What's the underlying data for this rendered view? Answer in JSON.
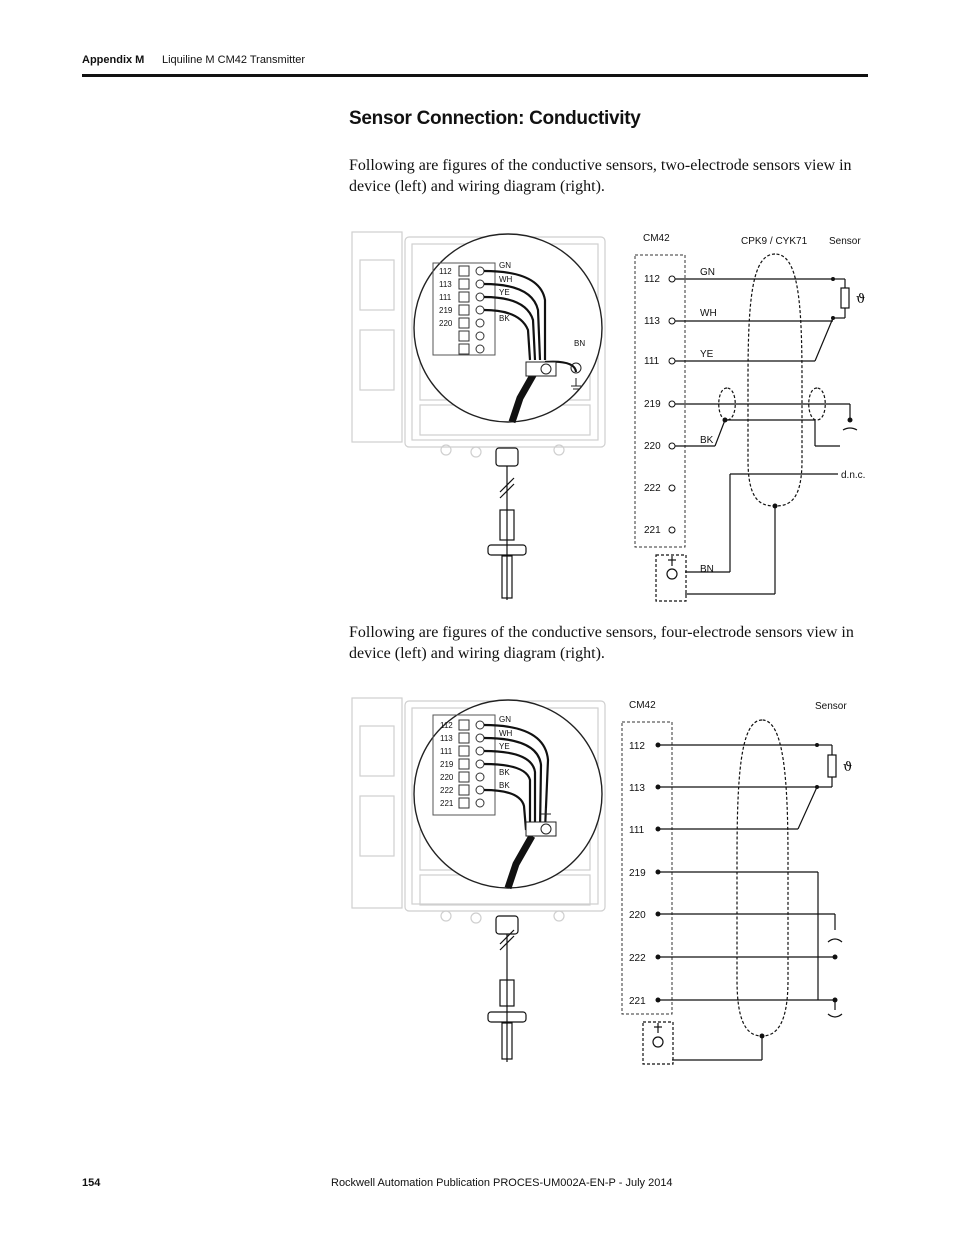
{
  "header": {
    "section": "Appendix M",
    "title": "Liquiline M CM42 Transmitter"
  },
  "heading": "Sensor Connection: Conductivity",
  "para1": "Following are figures of the conductive sensors, two-electrode sensors view in device (left) and wiring diagram (right).",
  "para2": "Following are figures of the conductive sensors, four-electrode sensors view in device (left) and wiring diagram (right).",
  "fig1": {
    "cm42": "CM42",
    "cable": "CPK9 / CYK71",
    "sensor": "Sensor",
    "terminals": [
      "112",
      "113",
      "111",
      "219",
      "220",
      "222",
      "221"
    ],
    "wires": [
      "GN",
      "WH",
      "YE",
      "BK",
      "BN"
    ],
    "dnc": "d.n.c.",
    "theta": "ϑ",
    "device_terminals": [
      "112",
      "113",
      "111",
      "219",
      "220"
    ],
    "device_wires": [
      "GN",
      "WH",
      "YE",
      "BK",
      "BN"
    ]
  },
  "fig2": {
    "cm42": "CM42",
    "sensor": "Sensor",
    "terminals": [
      "112",
      "113",
      "111",
      "219",
      "220",
      "222",
      "221"
    ],
    "theta": "ϑ",
    "device_terminals": [
      "112",
      "113",
      "111",
      "219",
      "220",
      "222",
      "221"
    ],
    "device_wires": [
      "GN",
      "WH",
      "YE",
      "BK",
      "BK"
    ]
  },
  "footer": {
    "page": "154",
    "publication": "Rockwell Automation Publication PROCES-UM002A-EN-P - July 2014"
  }
}
